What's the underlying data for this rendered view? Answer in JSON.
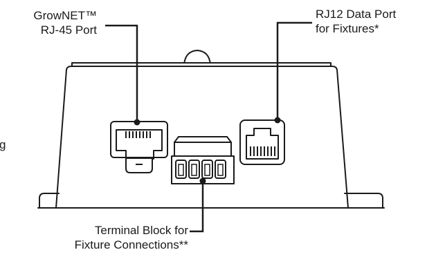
{
  "labels": {
    "rj45_line1": "GrowNET™",
    "rj45_line2": "RJ-45 Port",
    "rj12_line1": "RJ12 Data Port",
    "rj12_line2": "for Fixtures*",
    "terminal_line1": "Terminal Block for",
    "terminal_line2": "Fixture Connections**",
    "cutoff_fragment": "g"
  },
  "colors": {
    "stroke": "#1a1a1a",
    "background": "#ffffff"
  }
}
